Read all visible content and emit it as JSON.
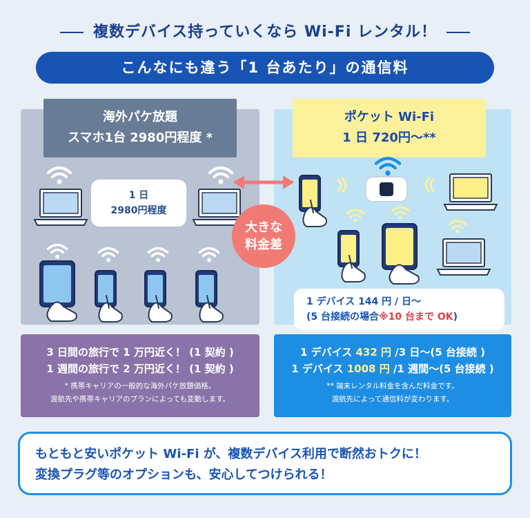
{
  "header": {
    "title": "複数デバイス持っていくなら Wi-Fi レンタル！",
    "banner": "こんなにも違う「1 台あたり」の通信料"
  },
  "left": {
    "title_line1": "海外パケ放題",
    "title_line2": "スマホ1台 2980円程度 *",
    "badge_line1": "1 日",
    "badge_line2": "2980円程度",
    "bottom_line1": "3 日間の旅行で 1 万円近く！ (1 契約 )",
    "bottom_line2": "1 週間の旅行で 2 万円近く！ (1 契約 )",
    "note_line1": "* 携帯キャリアの一般的な海外パケ放題価格。",
    "note_line2": "渡航先や携帯キャリアのプランによっても変動します。"
  },
  "center": {
    "diff_line1": "大きな",
    "diff_line2": "料金差"
  },
  "right": {
    "title_line1": "ポケット Wi-Fi",
    "title_line2": "1 日 720円～**",
    "info_line1": "1 デバイス 144 円 / 日～",
    "info_line2_pre": "(5 台接続の場合",
    "info_line2_red": "※10 台まで OK",
    "info_line2_post": ")",
    "row1_pre": "1 デバイス ",
    "row1_price": "432 円",
    "row1_post": " /3 日～(5 台接続 )",
    "row2_pre": "1 デバイス ",
    "row2_price": "1008 円",
    "row2_post": " /1 週間～(5 台接続 )",
    "note_line1": "** 端末レンタル料金を含んだ料金です。",
    "note_line2": "渡航先によって通信料が変わります。"
  },
  "footer": {
    "line1": "もともと安いポケット Wi-Fi が、複数デバイス利用で断然おトクに！",
    "line2": "変換プラグ等のオプションも、安心してつけられる！"
  },
  "colors": {
    "navy": "#1854b4",
    "left_panel": "#b9c3d4",
    "right_panel": "#bfe3f5",
    "left_title_box": "#687c96",
    "right_title_box": "#fbf19a",
    "diff_circle": "#f27a74",
    "left_bottom": "#8a73a8",
    "right_bottom": "#1e8ee4",
    "accent_red": "#e0404c"
  },
  "icons": [
    "wifi-signal-icon",
    "laptop-icon",
    "tablet-icon",
    "smartphone-hand-icon",
    "pocket-wifi-router-icon",
    "double-arrow-icon"
  ]
}
